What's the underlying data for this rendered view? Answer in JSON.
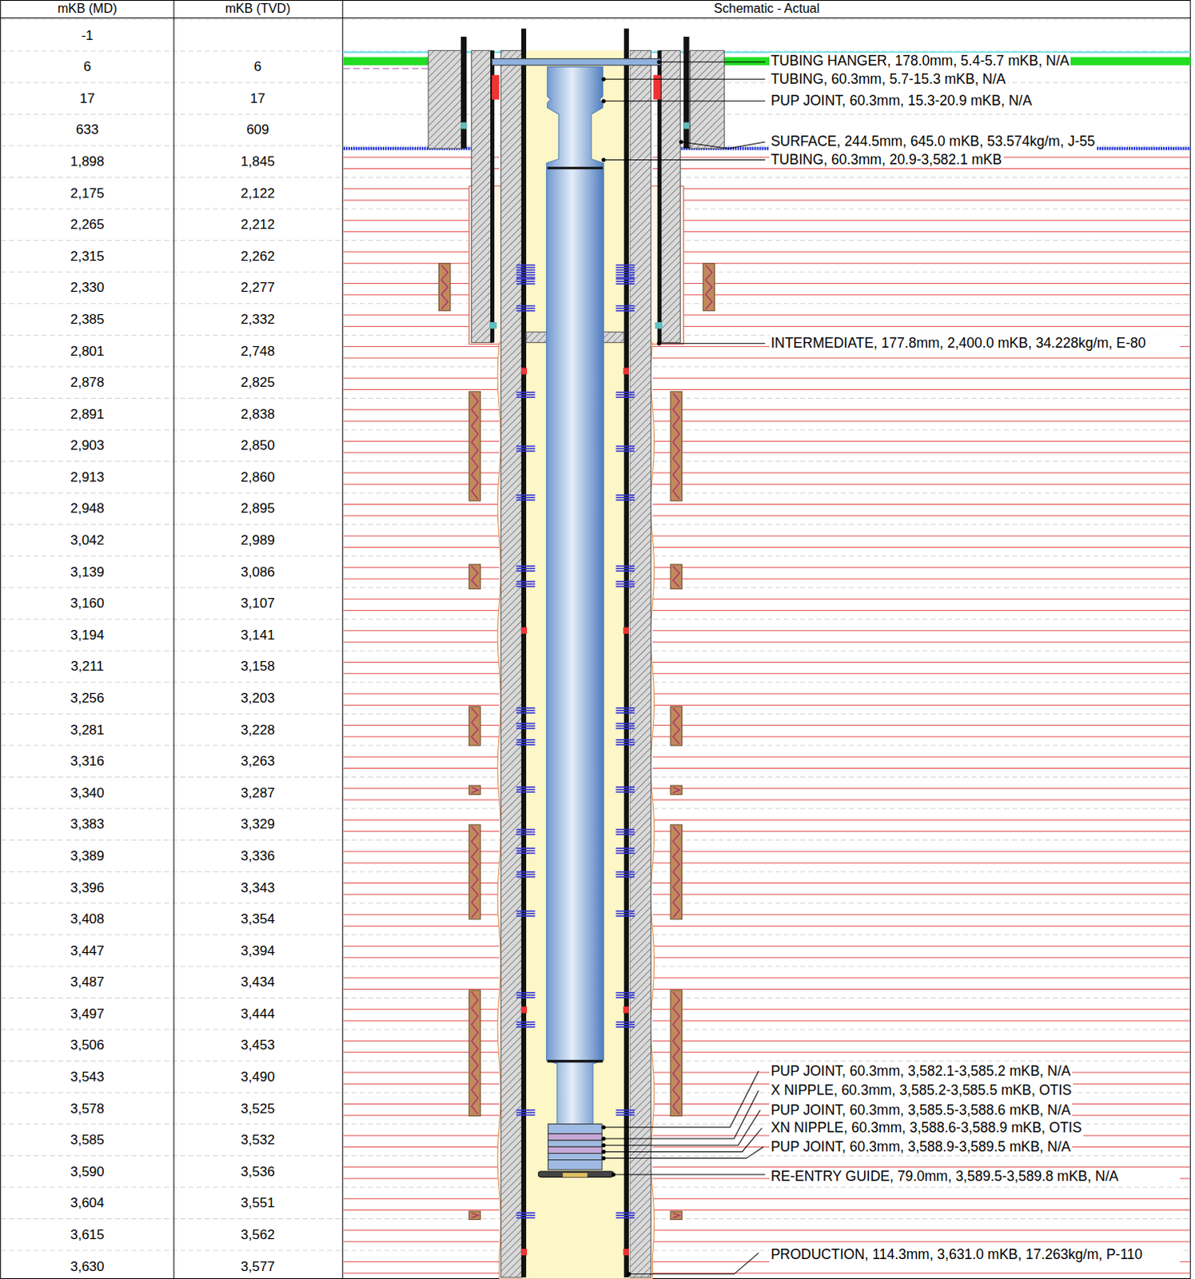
{
  "diagram": {
    "labels": [
      "mKB (MD)",
      "mKB (TVD)",
      "Schematic - Actual",
      "-1",
      "6",
      "17",
      "633",
      "1,898",
      "2,175",
      "2,265",
      "2,315",
      "2,330",
      "2,385",
      "2,801",
      "2,878",
      "2,891",
      "2,903",
      "2,913",
      "2,948",
      "3,042",
      "3,139",
      "3,160",
      "3,194",
      "3,211",
      "3,256",
      "3,281",
      "3,316",
      "3,340",
      "3,383",
      "3,389",
      "3,396",
      "3,408",
      "3,447",
      "3,487",
      "3,497",
      "3,506",
      "3,543",
      "3,578",
      "3,585",
      "3,590",
      "3,604",
      "3,615",
      "3,630",
      "6",
      "17",
      "609",
      "1,845",
      "2,122",
      "2,212",
      "2,262",
      "2,277",
      "2,332",
      "2,748",
      "2,825",
      "2,838",
      "2,850",
      "2,860",
      "2,895",
      "2,989",
      "3,086",
      "3,107",
      "3,141",
      "3,158",
      "3,203",
      "3,228",
      "3,263",
      "3,287",
      "3,329",
      "3,336",
      "3,343",
      "3,354",
      "3,394",
      "3,434",
      "3,444",
      "3,453",
      "3,490",
      "3,525",
      "3,532",
      "3,536",
      "3,551",
      "3,562",
      "3,577",
      "TUBING HANGER, 178.0mm, 5.4-5.7 mKB, N/A",
      "TUBING, 60.3mm, 5.7-15.3 mKB, N/A",
      "PUP JOINT, 60.3mm, 15.3-20.9 mKB, N/A",
      "SURFACE, 244.5mm, 645.0 mKB, 53.574kg/m, J-55",
      "TUBING, 60.3mm, 20.9-3,582.1 mKB",
      "INTERMEDIATE, 177.8mm, 2,400.0 mKB, 34.228kg/m, E-80",
      "PUP JOINT, 60.3mm, 3,582.1-3,585.2 mKB, N/A",
      "X NIPPLE, 60.3mm, 3,585.2-3,585.5 mKB, OTIS",
      "PUP JOINT, 60.3mm, 3,585.5-3,588.6 mKB, N/A",
      "XN NIPPLE, 60.3mm, 3,588.6-3,588.9 mKB, OTIS",
      "PUP JOINT, 60.3mm, 3,588.9-3,589.5 mKB, N/A",
      "RE-ENTRY GUIDE, 79.0mm, 3,589.5-3,589.8 mKB, N/A",
      "PRODUCTION, 114.3mm, 3,631.0 mKB, 17.263kg/m, P-110"
    ]
  }
}
